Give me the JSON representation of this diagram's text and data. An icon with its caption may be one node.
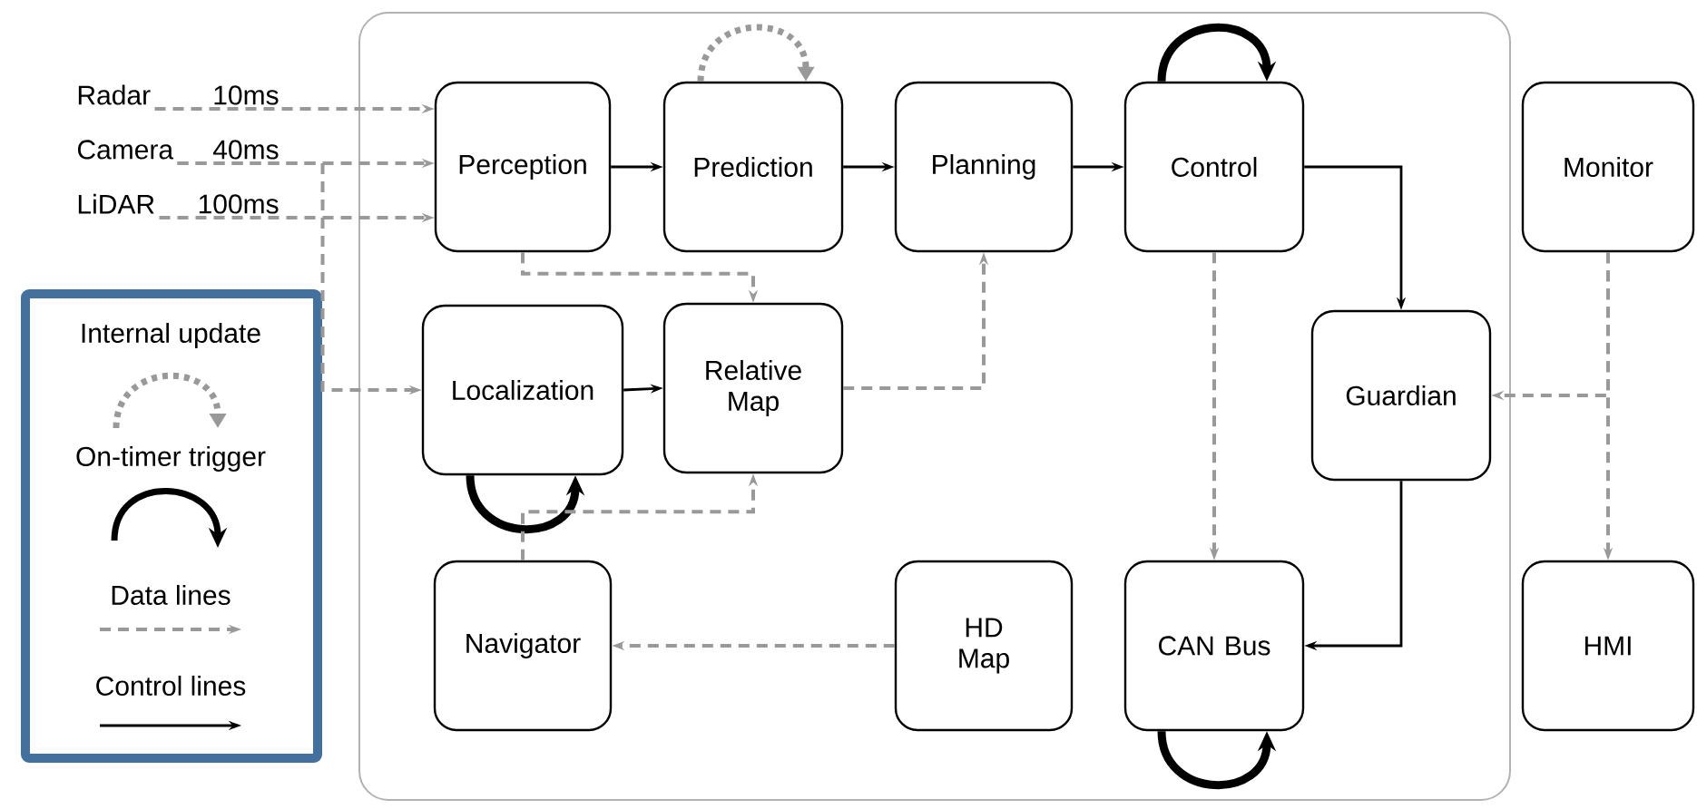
{
  "diagram": {
    "nodes": [
      {
        "text": [],
        "shape": "box"
      },
      {
        "text": [
          "Radar"
        ]
      },
      {
        "text": [
          "Camera"
        ]
      },
      {
        "text": [
          "LiDAR"
        ]
      },
      {
        "text": [
          "Perception"
        ],
        "in": 0
      },
      {
        "text": [
          "Prediction"
        ],
        "in": 0
      },
      {
        "text": [
          "Planning"
        ],
        "in": 0
      },
      {
        "text": [
          "Control"
        ],
        "in": 0
      },
      {
        "text": [
          "Monitor"
        ]
      },
      {
        "text": [
          "Localization"
        ],
        "in": 0
      },
      {
        "text": [
          "Relative Map"
        ],
        "in": 0
      },
      {
        "text": [
          "Guardian"
        ],
        "in": 0
      },
      {
        "text": [
          "Navigator"
        ],
        "in": 0
      },
      {
        "text": [
          "HD Map"
        ],
        "in": 0
      },
      {
        "text": [
          "CAN Bus"
        ],
        "in": 0
      },
      {
        "text": [
          "HMI"
        ]
      }
    ],
    "edges": [
      {
        "from": 1,
        "to": 4,
        "arrow": "to",
        "label": "10ms",
        "style": "dashed"
      },
      {
        "from": 2,
        "to": 4,
        "arrow": "to",
        "label": "40ms",
        "style": "dashed"
      },
      {
        "from": 3,
        "to": 4,
        "arrow": "to",
        "label": "100ms",
        "style": "dashed"
      },
      {
        "from": 2,
        "to": 9,
        "arrow": "to",
        "style": "dashed"
      },
      {
        "from": 4,
        "to": 5,
        "arrow": "to",
        "color": "#000000"
      },
      {
        "from": 5,
        "to": 5,
        "arrow": "to",
        "style": "dashed"
      },
      {
        "from": 5,
        "to": 6,
        "arrow": "to",
        "color": "#000000"
      },
      {
        "from": 6,
        "to": 7,
        "arrow": "to",
        "color": "#000000"
      },
      {
        "from": 7,
        "to": 7,
        "arrow": "to",
        "style": "thick",
        "color": "#000000"
      },
      {
        "from": 7,
        "to": 11,
        "arrow": "to",
        "color": "#000000"
      },
      {
        "from": 4,
        "to": 10,
        "arrow": "to",
        "style": "dashed"
      },
      {
        "from": 9,
        "to": 10,
        "arrow": "to",
        "color": "#000000"
      },
      {
        "from": 10,
        "to": 6,
        "arrow": "to",
        "style": "dashed"
      },
      {
        "from": 9,
        "to": 9,
        "arrow": "to",
        "style": "thick",
        "color": "#000000"
      },
      {
        "from": 12,
        "to": 10,
        "arrow": "to",
        "style": "dashed"
      },
      {
        "from": 13,
        "to": 12,
        "arrow": "to",
        "style": "dashed"
      },
      {
        "from": 7,
        "to": 14,
        "arrow": "to",
        "style": "dashed"
      },
      {
        "from": 11,
        "to": 14,
        "arrow": "to",
        "color": "#000000"
      },
      {
        "from": 14,
        "to": 14,
        "arrow": "to",
        "style": "thick",
        "color": "#000000"
      },
      {
        "from": 8,
        "to": 11,
        "arrow": "to",
        "style": "dashed"
      },
      {
        "from": 8,
        "to": 15,
        "arrow": "to",
        "style": "dashed"
      }
    ],
    "legend": [
      {
        "text": "Internal update"
      },
      {
        "text": "On-timer trigger"
      },
      {
        "text": "Data lines"
      },
      {
        "text": "Control lines"
      }
    ]
  }
}
